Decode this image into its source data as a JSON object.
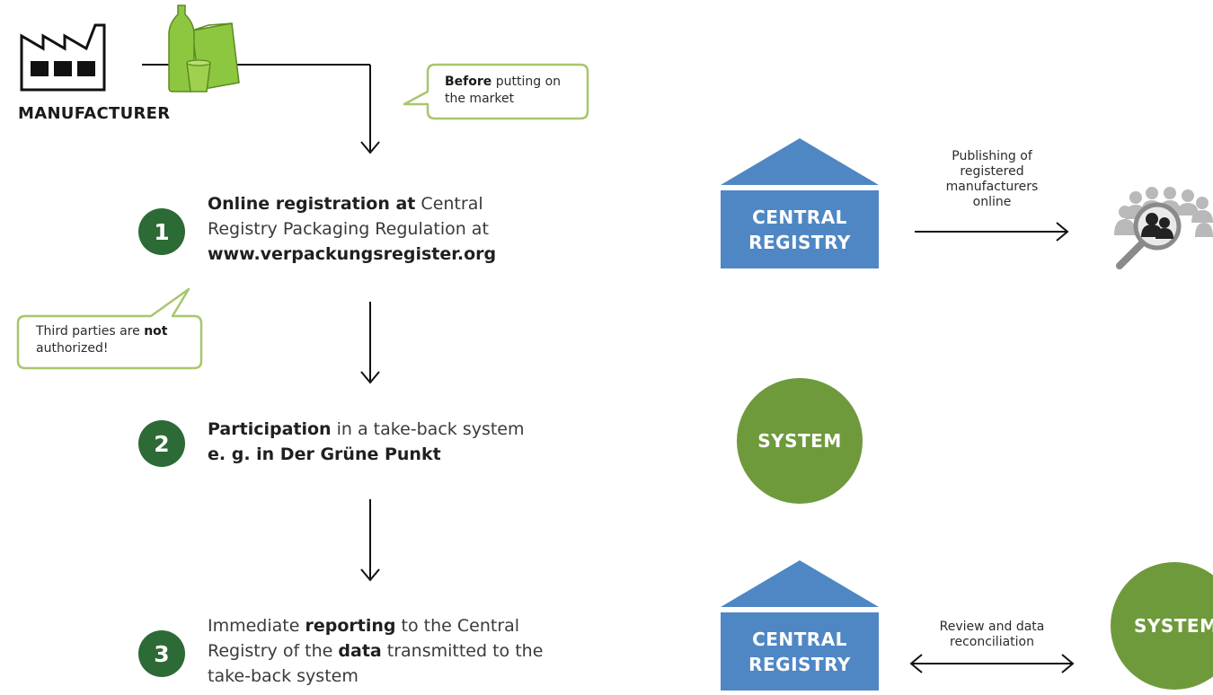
{
  "manufacturer": {
    "label": "MANUFACTURER",
    "icon": "factory-icon",
    "packaging_icon": "packaging-icon"
  },
  "callouts": {
    "before": {
      "bold": "Before",
      "text1": " putting on",
      "text2": "the market"
    },
    "third_parties": {
      "text1": "Third parties are ",
      "bold": "not",
      "text2": "authorized!"
    }
  },
  "steps": [
    {
      "number": "1",
      "line1_bold": "Online registration at",
      "line1_rest": " Central",
      "line2": "Registry Packaging Regulation at",
      "line3_bold": "www.verpackungsregister.org"
    },
    {
      "number": "2",
      "line1_bold": "Participation",
      "line1_rest": " in a take-back system",
      "line2_bold": "e. g. in Der Grüne Punkt"
    },
    {
      "number": "3",
      "line1_pre": "Immediate ",
      "line1_bold": "reporting",
      "line1_rest": " to the Central",
      "line2_pre": "Registry of the ",
      "line2_bold": "data",
      "line2_rest": " transmitted to the",
      "line3": "take-back system"
    }
  ],
  "right": {
    "registry_1": {
      "line1": "CENTRAL",
      "line2": "REGISTRY"
    },
    "publishing_label": [
      "Publishing of",
      "registered",
      "manufacturers",
      "online"
    ],
    "public_icon": "public-search-icon",
    "system_1": "SYSTEM",
    "registry_2": {
      "line1": "CENTRAL",
      "line2": "REGISTRY"
    },
    "review_label": [
      "Review and data",
      "reconciliation"
    ],
    "system_2": "SYSTEM"
  },
  "colors": {
    "registry_blue": "#4f87c4",
    "system_green": "#6e9a3c",
    "step_green": "#2c6a36",
    "callout_border": "#a8c66c",
    "packaging_green": "#8dc63f"
  }
}
